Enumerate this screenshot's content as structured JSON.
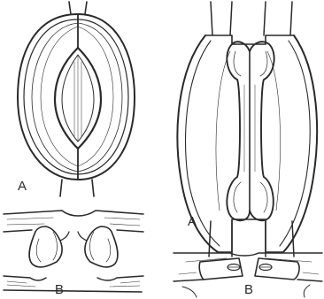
{
  "figure": {
    "labels": {
      "left_top": "A",
      "left_bottom": "B",
      "right_top": "A",
      "right_bottom": "B"
    }
  }
}
